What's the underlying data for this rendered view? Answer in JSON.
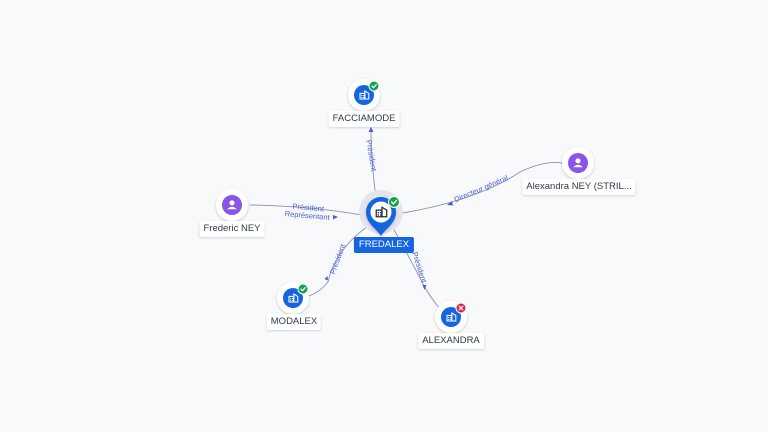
{
  "colors": {
    "company_blue": "#1565e0",
    "person_purple": "#8a55e6",
    "active_green": "#15a04a",
    "closed_red": "#e0213f",
    "edge_grey": "#8a94a6",
    "edge_label": "#4a5bd6"
  },
  "nodes": {
    "center": {
      "label": "FREDALEX",
      "icon": "building-icon",
      "status": "active"
    },
    "facciamode": {
      "label": "FACCIAMODE",
      "icon": "building-icon",
      "status": "active"
    },
    "frederic": {
      "label": "Frederic NEY",
      "icon": "person-icon"
    },
    "alexandra_person": {
      "label": "Alexandra NEY (STRIL...",
      "icon": "person-icon"
    },
    "modalex": {
      "label": "MODALEX",
      "icon": "building-icon",
      "status": "active"
    },
    "alexandra_company": {
      "label": "ALEXANDRA",
      "icon": "building-icon",
      "status": "closed"
    }
  },
  "edges": {
    "facciamode": {
      "label": "Président"
    },
    "frederic": {
      "label": "Président",
      "label2": "Représentant"
    },
    "alexandra_person": {
      "label": "Directeur général"
    },
    "modalex": {
      "label": "Président"
    },
    "alexandra_company": {
      "label": "Président"
    }
  }
}
